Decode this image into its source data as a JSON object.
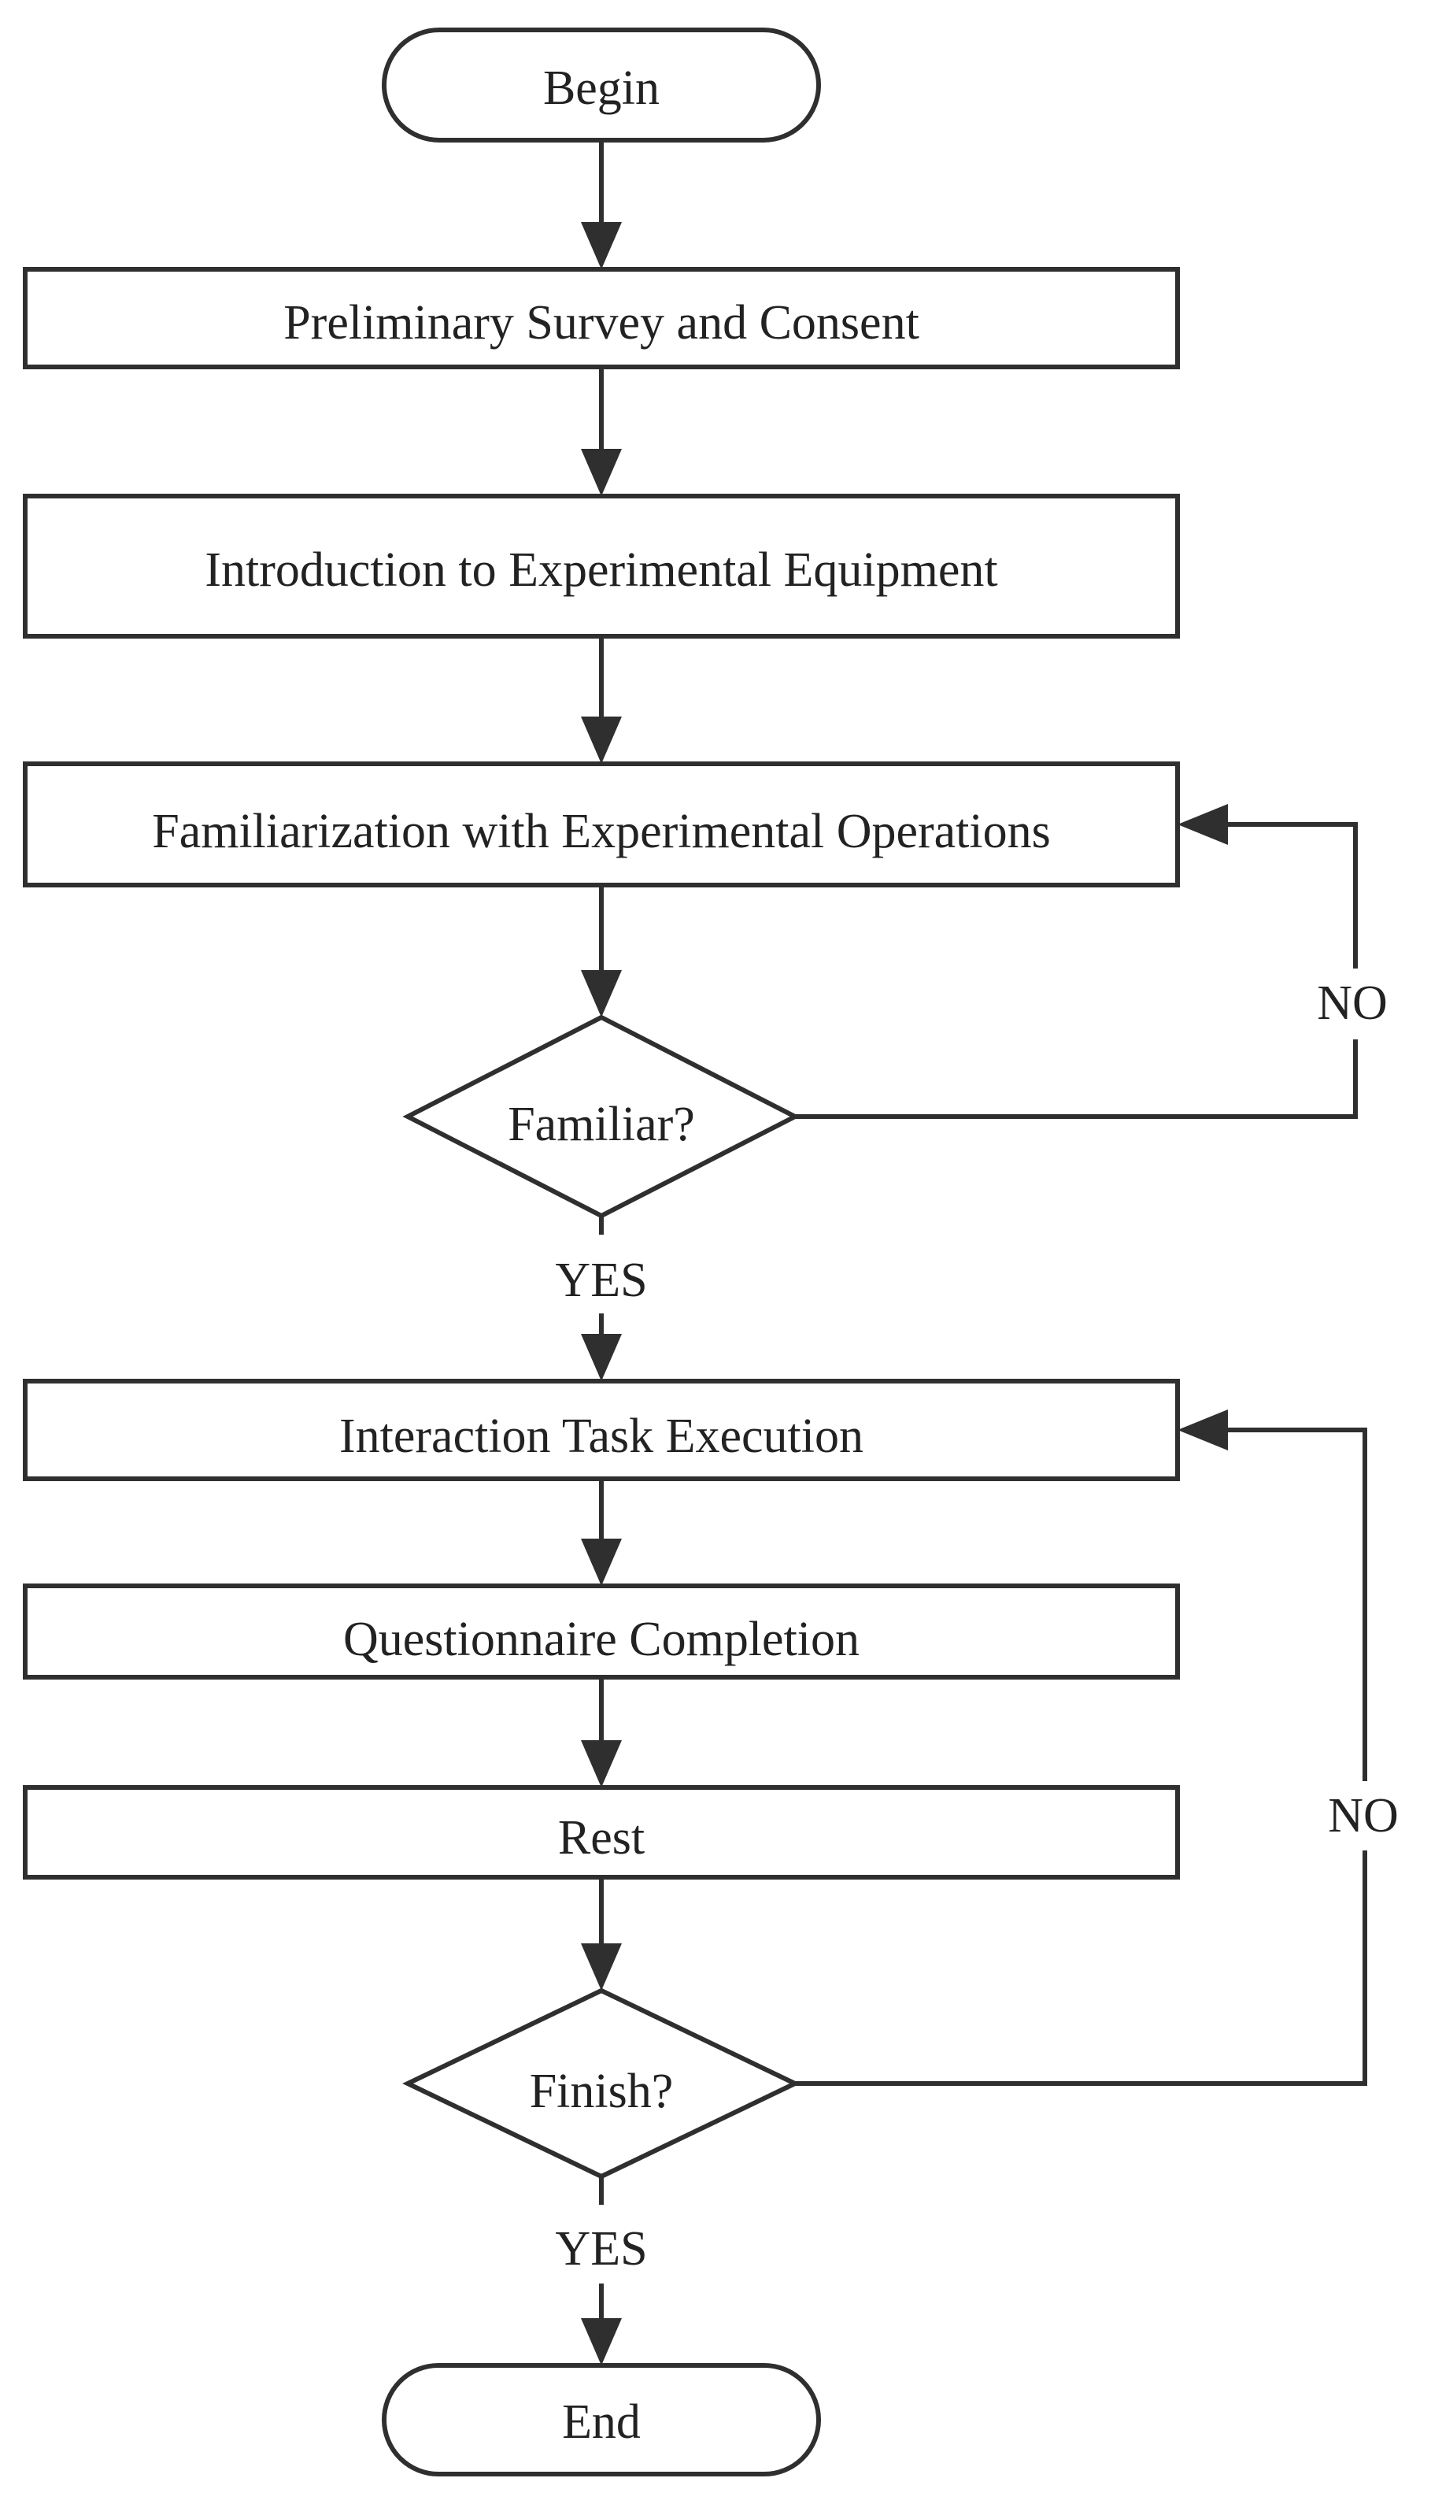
{
  "nodes": {
    "begin": "Begin",
    "survey": "Preliminary Survey and Consent",
    "introduction": "Introduction to Experimental Equipment",
    "familiarization": "Familiarization with Experimental Operations",
    "familiar_decision": "Familiar?",
    "interaction": "Interaction Task Execution",
    "questionnaire": "Questionnaire Completion",
    "rest": "Rest",
    "finish_decision": "Finish?",
    "end": "End"
  },
  "edges": {
    "familiar_yes": "YES",
    "familiar_no": "NO",
    "finish_yes": "YES",
    "finish_no": "NO"
  }
}
